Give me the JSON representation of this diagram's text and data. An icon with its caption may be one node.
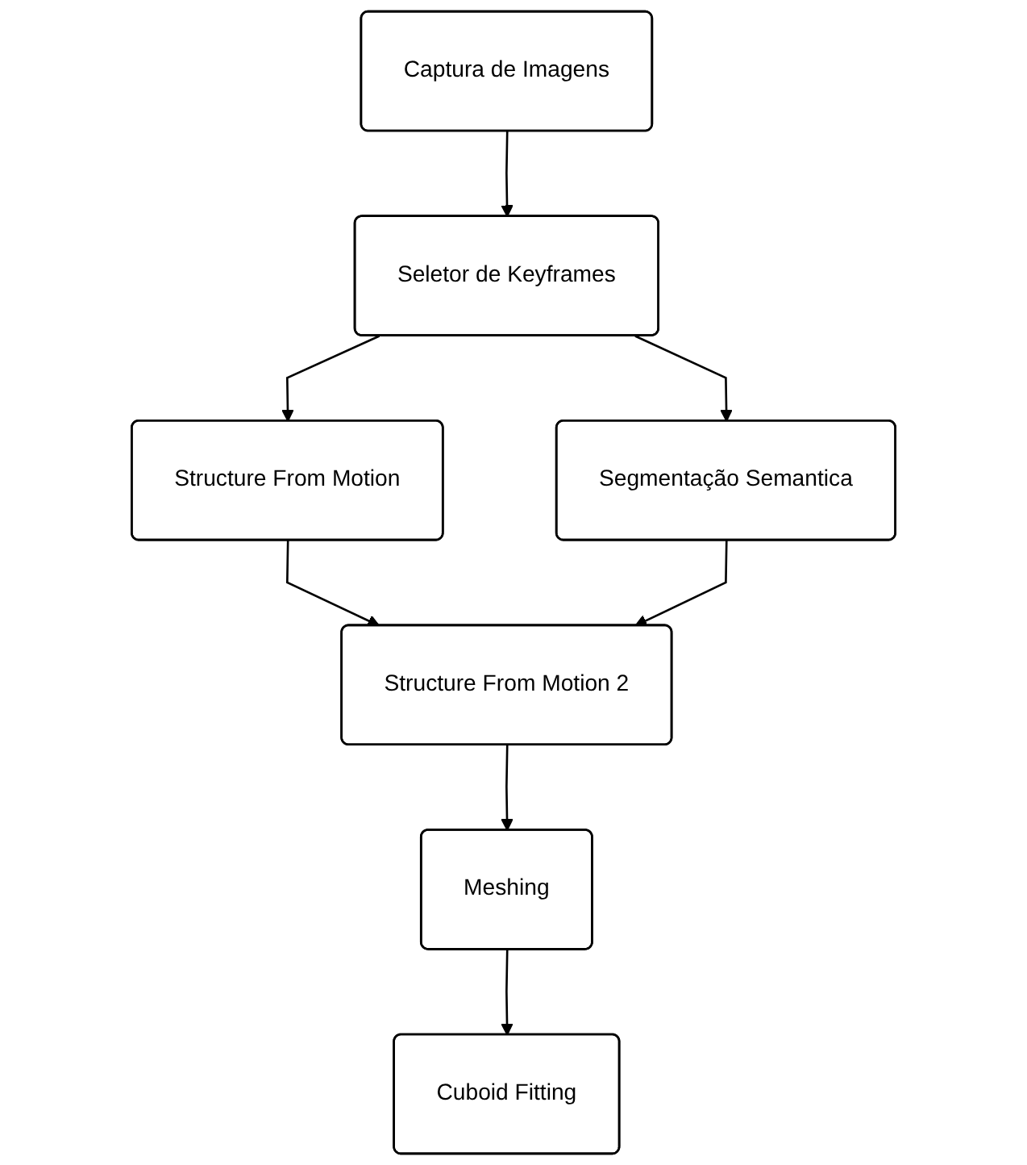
{
  "diagram": {
    "nodes": [
      {
        "text": [
          "Captura de Imagens"
        ]
      },
      {
        "text": [
          "Seletor de Keyframes"
        ]
      },
      {
        "text": [
          "Structure From Motion"
        ]
      },
      {
        "text": [
          "Segmentação Semantica"
        ]
      },
      {
        "text": [
          "Structure From Motion 2"
        ]
      },
      {
        "text": [
          "Meshing"
        ]
      },
      {
        "text": [
          "Cuboid Fitting"
        ]
      }
    ],
    "edges": [
      {
        "from": 0,
        "to": 1,
        "arrow": "to"
      },
      {
        "from": 1,
        "to": 2,
        "arrow": "to"
      },
      {
        "from": 1,
        "to": 3,
        "arrow": "to"
      },
      {
        "from": 2,
        "to": 4,
        "arrow": "to"
      },
      {
        "from": 3,
        "to": 4,
        "arrow": "to"
      },
      {
        "from": 4,
        "to": 5,
        "arrow": "to"
      },
      {
        "from": 5,
        "to": 6,
        "arrow": "to"
      }
    ]
  }
}
